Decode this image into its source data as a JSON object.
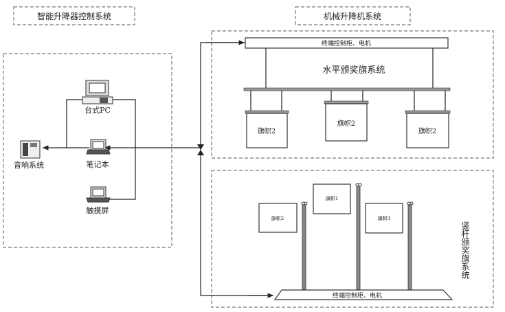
{
  "titles": {
    "control_system": "智能升降器控制系统",
    "mechanical_system": "机械升降机系统"
  },
  "devices": {
    "desktop_pc": "台式PC",
    "laptop": "笔记本",
    "touch_screen": "触摸屏",
    "audio_system": "音响系统"
  },
  "horizontal": {
    "terminal": "终端控制柜、电机",
    "system_label": "水平颁奖旗系统",
    "flags": [
      "旗帜2",
      "旗帜2",
      "旗帜2"
    ]
  },
  "vertical": {
    "terminal": "终端控制柜、电机",
    "system_label": "竖杆颁奖旗系统",
    "flags": [
      "旗帜2",
      "旗帜1",
      "旗帜3"
    ]
  }
}
